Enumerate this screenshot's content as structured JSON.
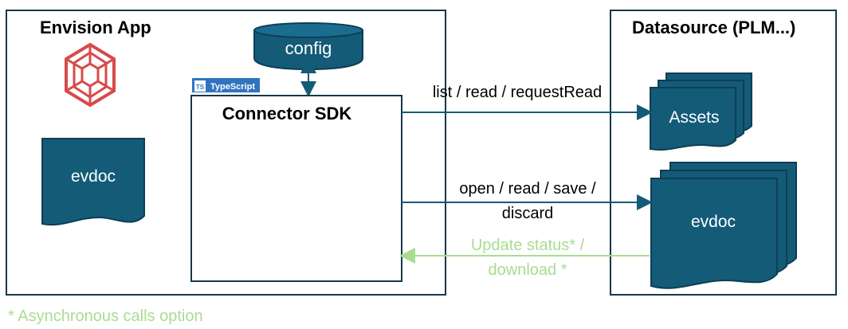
{
  "envision_app": {
    "title": "Envision App",
    "logo_icon": "envision-logo-icon"
  },
  "datasource": {
    "title": "Datasource (PLM...)"
  },
  "config": {
    "label": "config"
  },
  "connector": {
    "title": "Connector SDK",
    "badge_text": "TypeScript",
    "badge_icon_text": "TS"
  },
  "local_evdoc": {
    "label": "evdoc"
  },
  "assets": {
    "label": "Assets"
  },
  "remote_evdoc": {
    "label": "evdoc"
  },
  "calls": {
    "assets_call": "list / read / requestRead",
    "evdoc_call_line1": "open / read / save /",
    "evdoc_call_line2": "discard",
    "async_call_line1": "Update status* /",
    "async_call_line2": "download *"
  },
  "footnote": "* Asynchronous calls option",
  "colors": {
    "shape_fill": "#145b78",
    "shape_stroke": "#0d3f54",
    "border": "#16374a",
    "async_green": "#a9dc92",
    "badge_blue": "#2f74c0",
    "logo_red": "#d84a4a"
  }
}
